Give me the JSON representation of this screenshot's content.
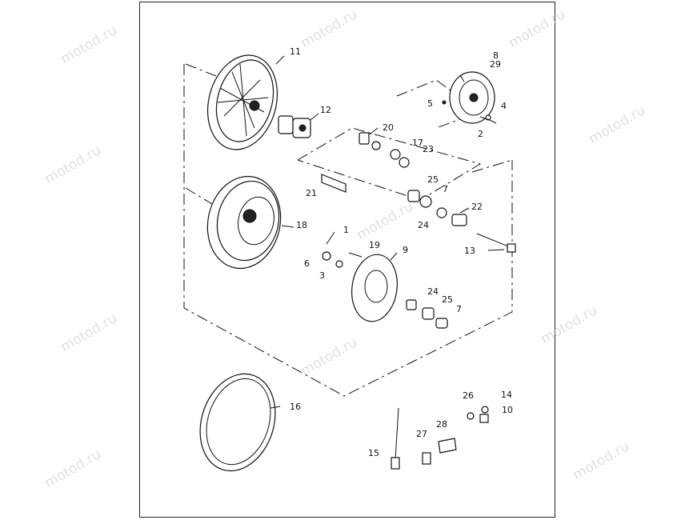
{
  "watermark": "motod.ru",
  "callouts": [
    "1",
    "2",
    "3",
    "4",
    "5",
    "6",
    "7",
    "7",
    "8",
    "9",
    "10",
    "11",
    "12",
    "13",
    "14",
    "15",
    "16",
    "17",
    "18",
    "19",
    "20",
    "21",
    "22",
    "23",
    "24",
    "24",
    "25",
    "25",
    "26",
    "27",
    "28",
    "29"
  ]
}
